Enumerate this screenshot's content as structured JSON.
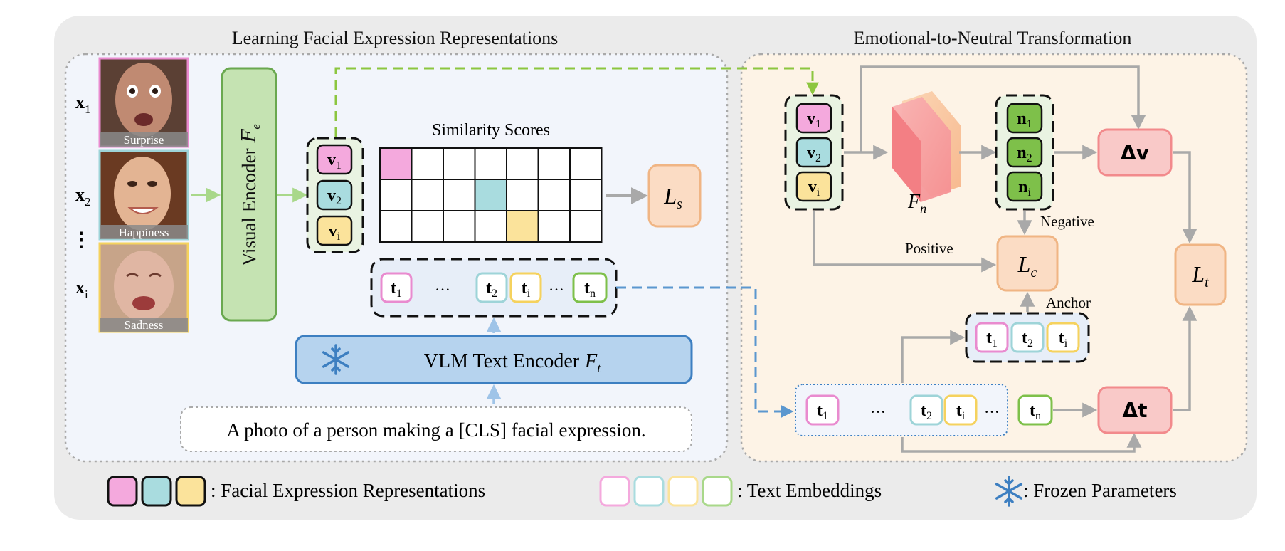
{
  "sections": {
    "left_title": "Learning Facial Expression Representations",
    "right_title": "Emotional-to-Neutral Transformation"
  },
  "inputs": [
    {
      "label_main": "x",
      "label_sub": "1",
      "expression": "Surprise",
      "border": "#e98bcf"
    },
    {
      "label_main": "x",
      "label_sub": "2",
      "expression": "Happiness",
      "border": "#9ed4d8"
    },
    {
      "label_main": "x",
      "label_sub": "i",
      "expression": "Sadness",
      "border": "#f5d25e"
    }
  ],
  "visual_encoder": {
    "label": "Visual Encoder",
    "symbol": "F",
    "sub": "e"
  },
  "v_tokens": [
    {
      "main": "v",
      "sub": "1",
      "fill": "#f4a9dd"
    },
    {
      "main": "v",
      "sub": "2",
      "fill": "#a9dcdf"
    },
    {
      "main": "v",
      "sub": "i",
      "fill": "#fbe39b"
    }
  ],
  "similarity": {
    "title": "Similarity Scores",
    "rows": 3,
    "cols": 7
  },
  "loss_s": {
    "main": "L",
    "sub": "s"
  },
  "t_tokens": [
    {
      "main": "t",
      "sub": "1",
      "border": "#e98bcf"
    },
    {
      "main": "t",
      "sub": "2",
      "border": "#9ed4d8"
    },
    {
      "main": "t",
      "sub": "i",
      "border": "#f5d25e"
    },
    {
      "main": "t",
      "sub": "n",
      "border": "#7ec04a"
    }
  ],
  "ellipsis": "···",
  "vdots": "⋮",
  "text_encoder": {
    "label": "VLM Text Encoder",
    "symbol": "F",
    "sub": "t"
  },
  "prompt": "A photo of a person making a [CLS] facial expression.",
  "fn_label": {
    "main": "F",
    "sub": "n"
  },
  "n_tokens": [
    {
      "main": "n",
      "sub": "1"
    },
    {
      "main": "n",
      "sub": "2"
    },
    {
      "main": "n",
      "sub": "i"
    }
  ],
  "delta_v": "Δv",
  "delta_t": "Δt",
  "loss_c": {
    "main": "L",
    "sub": "c"
  },
  "loss_t": {
    "main": "L",
    "sub": "t"
  },
  "labels": {
    "negative": "Negative",
    "positive": "Positive",
    "anchor": "Anchor"
  },
  "legend": {
    "fer": ": Facial Expression Representations",
    "text_emb": ": Text Embeddings",
    "frozen": ": Frozen Parameters"
  },
  "colors": {
    "pink": "#f4a9dd",
    "teal": "#a9dcdf",
    "yellow": "#fbe39b",
    "green": "#7ec04a",
    "encoder_green": "#c5e3b2",
    "text_enc_blue": "#b6d3ee",
    "loss_orange": "#fbdcc4",
    "delta_pink": "#f9c9c8",
    "arrow_gray": "#a9a9a9",
    "dash_green": "#8cc63f",
    "dash_blue": "#5b97cf"
  }
}
